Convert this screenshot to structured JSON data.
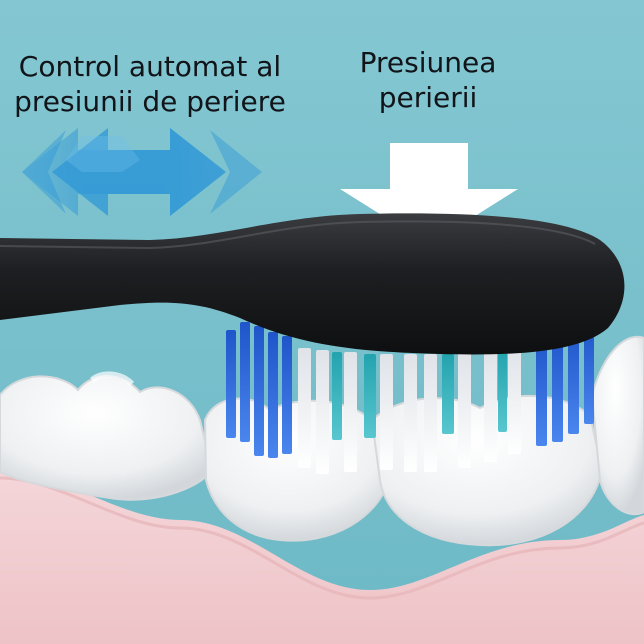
{
  "labels": {
    "auto_control_line1": "Control automat al",
    "auto_control_line2": "presiunii de periere",
    "pressure_line1": "Presiunea",
    "pressure_line2": "perierii"
  },
  "colors": {
    "background": "#7fc4cf",
    "side_arrow": "#2f97d6",
    "down_arrow": "#ffffff",
    "brush_head": "#1c1d1f",
    "bristle_blue": "#2462d8",
    "bristle_white": "#f3f4f6",
    "bristle_teal": "#33b2bd",
    "gum": "#f2cfd2",
    "tooth": "#f4f5f6",
    "caption_text": "#111418"
  },
  "icons": [
    "double-headed-horizontal-arrow-icon",
    "down-arrow-icon"
  ]
}
